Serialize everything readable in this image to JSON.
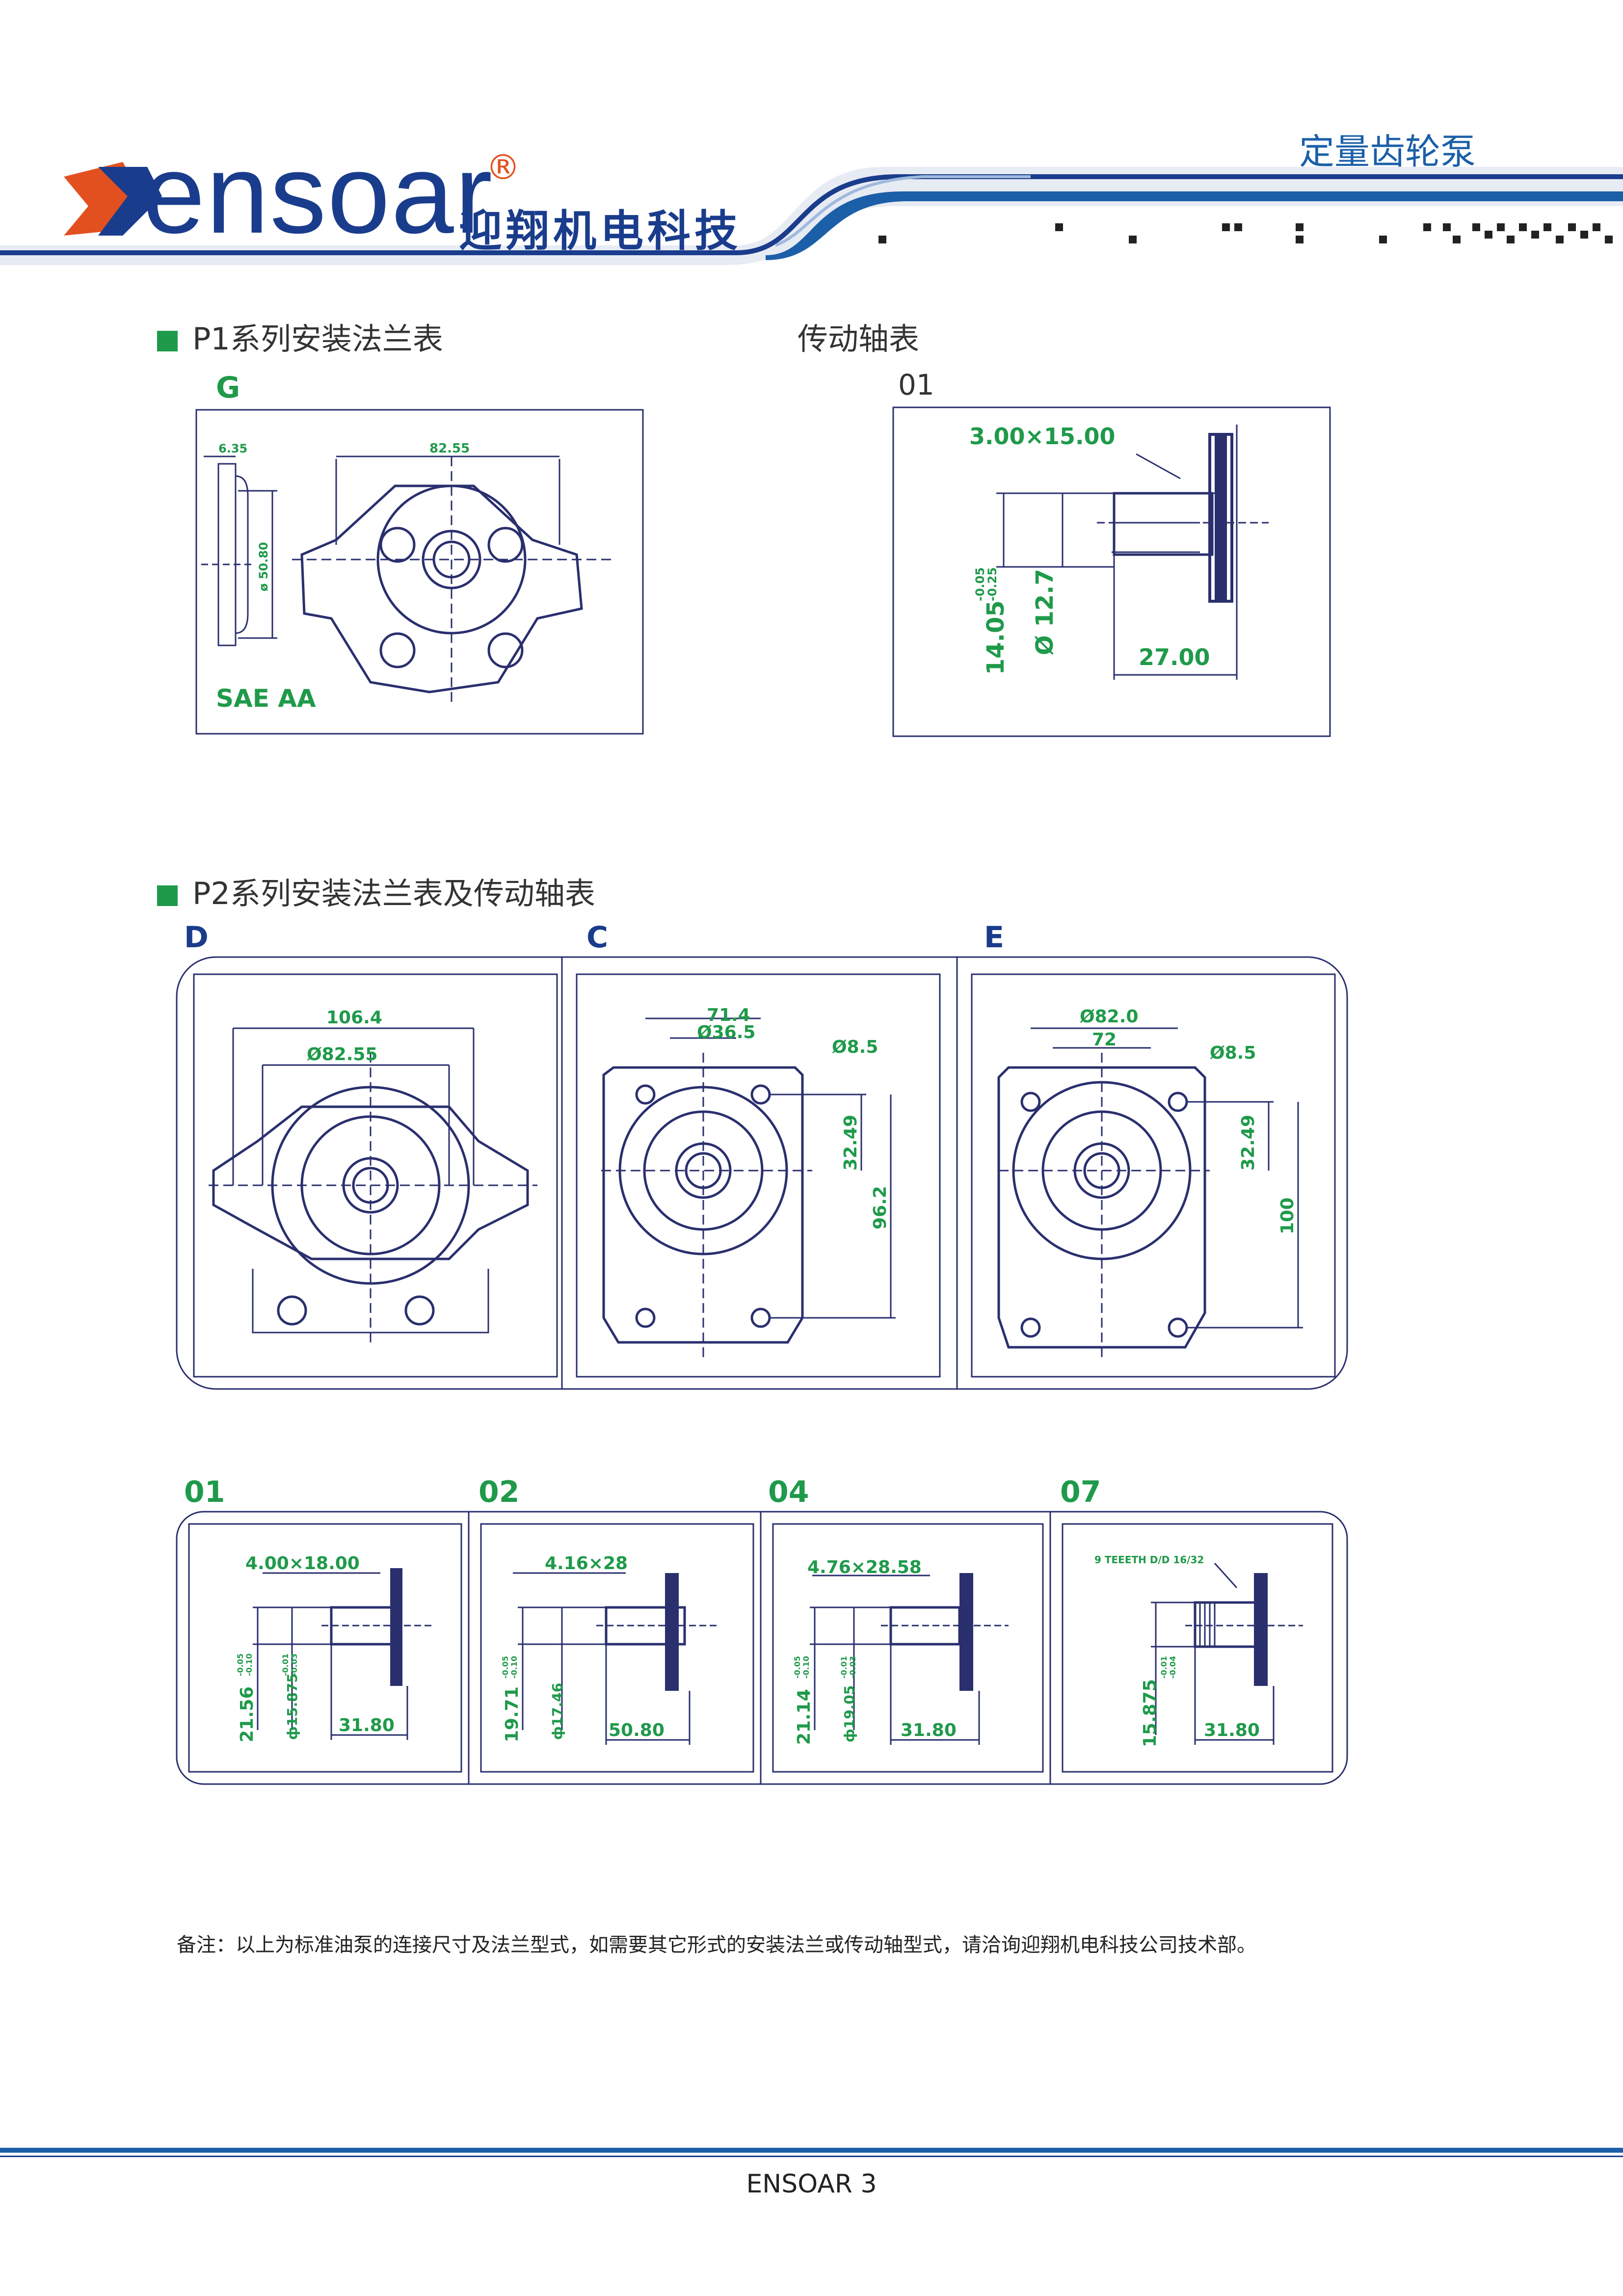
{
  "header": {
    "logo_text": "ensoar",
    "logo_mark": "®",
    "brand_cn": "迎翔机电科技",
    "product_title": "定量齿轮泵"
  },
  "section1": {
    "title": "P1系列安装法兰表",
    "flange_label": "G",
    "flange_dims": {
      "d1": "6.35",
      "d2": "82.55",
      "d3": "ø 50.80"
    },
    "flange_name": "SAE AA",
    "shaft_title": "传动轴表",
    "shaft_label": "01",
    "shaft_dims": {
      "key": "3.00×15.00",
      "h": "14.05",
      "tol_up": "-0.05",
      "tol_dn": "-0.25",
      "dia": "Ø 12.7",
      "len": "27.00"
    }
  },
  "section2": {
    "title": "P2系列安装法兰表及传动轴表",
    "flanges": [
      {
        "label": "D",
        "d1": "106.4",
        "d2": "Ø82.55"
      },
      {
        "label": "C",
        "d1": "71.4",
        "d2": "Ø36.5",
        "d3": "Ø8.5",
        "d4": "32.49",
        "d5": "96.2"
      },
      {
        "label": "E",
        "d1": "Ø82.0",
        "d2": "72",
        "d3": "Ø8.5",
        "d4": "32.49",
        "d5": "100"
      }
    ],
    "shafts": [
      {
        "label": "01",
        "key": "4.00×18.00",
        "h": "21.56",
        "h_tol_up": "-0.05",
        "h_tol_dn": "-0.10",
        "dia": "ф15.875",
        "dia_tol_up": "-0.01",
        "dia_tol_dn": "-0.03",
        "len": "31.80"
      },
      {
        "label": "02",
        "key": "4.16×28",
        "h": "19.71",
        "h_tol_up": "-0.05",
        "h_tol_dn": "-0.10",
        "dia": "ф17.46",
        "len": "50.80"
      },
      {
        "label": "04",
        "key": "4.76×28.58",
        "h": "21.14",
        "h_tol_up": "-0.05",
        "h_tol_dn": "-0.10",
        "dia": "ф19.05",
        "dia_tol_up": "-0.01",
        "dia_tol_dn": "-0.03",
        "len": "31.80"
      },
      {
        "label": "07",
        "key": "9 TEEETH D/D 16/32",
        "h": "15.875",
        "h_tol_up": "-0.01",
        "h_tol_dn": "-0.04",
        "len": "31.80"
      }
    ]
  },
  "note": "备注：以上为标准油泵的连接尺寸及法兰型式，如需要其它形式的安装法兰或传动轴型式，请洽询迎翔机电科技公司技术部。",
  "footer": "ENSOAR  3"
}
